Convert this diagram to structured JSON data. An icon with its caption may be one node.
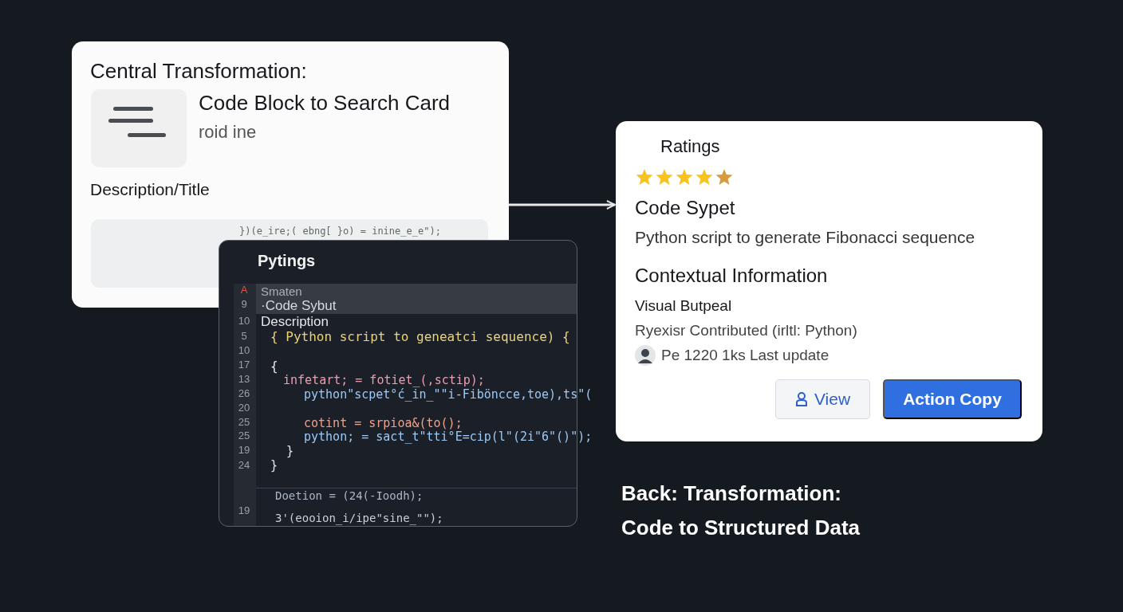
{
  "diagram": {
    "nodes": [
      {
        "text": [
          "Central Transformation:",
          "Code Block to Search Card",
          "roid ine",
          "Description/Title"
        ]
      },
      {
        "text": [
          "Pytings",
          "Smaten",
          "·Code Sybut",
          "Description",
          "{ Python script to geneatci sequence) {",
          "{",
          "infetart; = fotiet_(,sctip);",
          "python\"scpet°ć_in_\"\"i-Fiböncce,toe),ts\"(",
          "cotint = srpioa&(to();",
          "python; = sact_t\"tti°E=cip(l\"(2i\"6\"()\");",
          "}",
          "}",
          "Doetion = (24(-Ioodh);",
          "3'(eooion_i/ipe\"sine_\"\");"
        ]
      },
      {
        "text": [
          "Ratings",
          "Code Sypet",
          "Python script to generate Fibonacci sequence",
          "Contextual Information",
          "Visual Butpeal",
          "Ryexisr Contributed (irltl: Python)",
          "Pe 1220 1ks Last update"
        ]
      },
      {
        "text": [
          "View"
        ],
        "in": 2
      },
      {
        "text": [
          "Action Copy"
        ],
        "in": 2
      }
    ],
    "edges": [
      {
        "from": 0,
        "to": 2,
        "arrow": "to"
      }
    ],
    "labels": [
      "})(e_ire;( ebng[ }o) = inine_e_e\");",
      "A",
      "9",
      "10",
      "5",
      "10",
      "17",
      "13",
      "26",
      "20",
      "25",
      "25",
      "19",
      "24",
      "19",
      "Back: Transformation: Code to Structured Data"
    ]
  }
}
